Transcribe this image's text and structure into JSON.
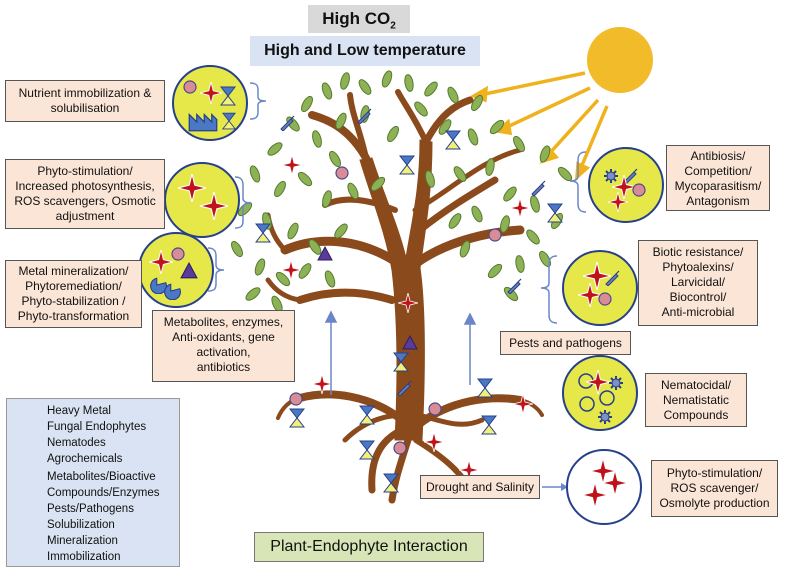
{
  "header": {
    "co2_prefix": "High CO",
    "co2_subscript": "2",
    "temperature": "High and Low temperature"
  },
  "footer": "Plant-Endophyte Interaction",
  "boxes": {
    "nutrient": "Nutrient immobilization &\nsolubilisation",
    "phyto_stimulation": "Phyto-stimulation/\nIncreased photosynthesis,\nROS scavengers, Osmotic\nadjustment",
    "metal": "Metal mineralization/\nPhytoremediation/\nPhyto-stabilization /\nPhyto-transformation",
    "metabolites": "Metabolites, enzymes,\nAnti-oxidants, gene\nactivation,\nantibiotics",
    "antibiosis": "Antibiosis/\nCompetition/\nMycoparasitism/\nAntagonism",
    "biotic": "Biotic resistance/\nPhytoalexins/\nLarvicidal/\nBiocontrol/\nAnti-microbial",
    "pests": "Pests and pathogens",
    "nematocidal": "Nematocidal/\nNematistatic\nCompounds",
    "drought": "Drought and Salinity",
    "osmolyte": "Phyto-stimulation/\nROS scavenger/\nOsmolyte production"
  },
  "legend": [
    {
      "icon": "heavy-metal-icon",
      "label": "Heavy Metal"
    },
    {
      "icon": "fungal-endophyte-icon",
      "label": "Fungal Endophytes"
    },
    {
      "icon": "nematode-icon",
      "label": "Nematodes"
    },
    {
      "icon": "agrochemical-icon",
      "label": "Agrochemicals"
    },
    {
      "icon": "metabolite-icon",
      "label": "Metabolites/Bioactive"
    },
    {
      "icon": "",
      "label": "Compounds/Enzymes"
    },
    {
      "icon": "pest-pathogen-icon",
      "label": "Pests/Pathogens"
    },
    {
      "icon": "solubilization-icon",
      "label": "Solubilization"
    },
    {
      "icon": "mineralization-icon",
      "label": "Mineralization"
    },
    {
      "icon": "immobilization-icon",
      "label": "Immobilization"
    }
  ],
  "colors": {
    "sun": "#f2bb2a",
    "ray": "#f0b21c",
    "trunk": "#8b4a1c",
    "leaf": "#8db256",
    "leaf_edge": "#557a2e",
    "circle_fill": "#e6e84a",
    "circle_edge": "#27408b",
    "star": "#c0121b",
    "triangle": "#5a3a9a",
    "fungus": "#d98c96",
    "hourglass_blue": "#4a78c4",
    "hourglass_yellow": "#f3f07a"
  }
}
